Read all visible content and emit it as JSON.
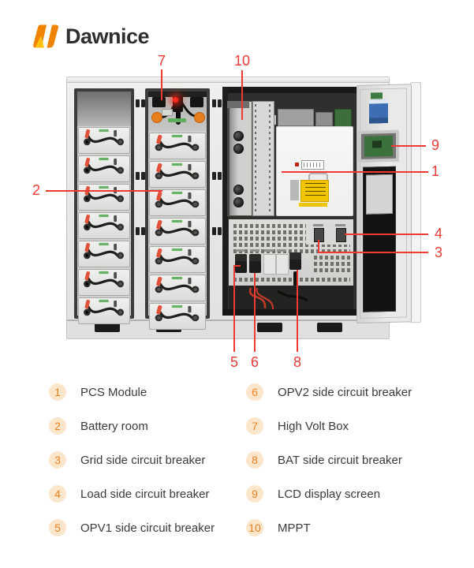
{
  "brand": {
    "name": "Dawnice"
  },
  "figure": {
    "description": "outdoor battery energy storage cabinet with doors open, numbered part callouts",
    "callouts": [
      {
        "num": "1"
      },
      {
        "num": "2"
      },
      {
        "num": "3"
      },
      {
        "num": "4"
      },
      {
        "num": "5"
      },
      {
        "num": "6"
      },
      {
        "num": "7"
      },
      {
        "num": "8"
      },
      {
        "num": "9"
      },
      {
        "num": "10"
      }
    ]
  },
  "legend": {
    "items": [
      {
        "num": "1",
        "label": "PCS Module"
      },
      {
        "num": "2",
        "label": "Battery room"
      },
      {
        "num": "3",
        "label": "Grid side circuit breaker"
      },
      {
        "num": "4",
        "label": "Load side circuit breaker"
      },
      {
        "num": "5",
        "label": "OPV1 side circuit breaker"
      },
      {
        "num": "6",
        "label": "OPV2 side circuit breaker"
      },
      {
        "num": "7",
        "label": "High Volt Box"
      },
      {
        "num": "8",
        "label": "BAT side circuit breaker"
      },
      {
        "num": "9",
        "label": "LCD display screen"
      },
      {
        "num": "10",
        "label": "MPPT"
      }
    ]
  },
  "colors": {
    "callout_red": "#ee3a33",
    "accent_orange": "#ef8121",
    "legend_badge_bg": "#fce6cb",
    "logo_orange": "#f08300",
    "logo_yellow": "#ffc20e",
    "text_dark": "#3a3a3a"
  }
}
